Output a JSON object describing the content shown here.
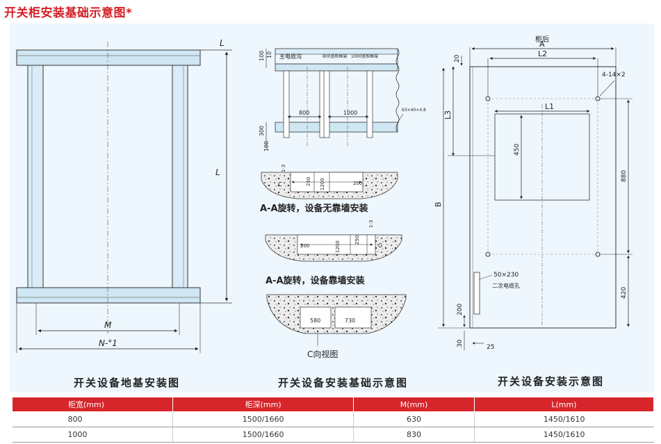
{
  "title": "开关柜安装基础示意图",
  "title_mark": "*",
  "diagrams": {
    "left": {
      "caption": "开关设备地基安装图",
      "labels": {
        "L_top": "L",
        "L_side": "L",
        "M": "M",
        "N": "N-°1"
      }
    },
    "middle": {
      "caption": "开关设备安装基础示意图",
      "top_labels": {
        "main_trench": "主电缆沟",
        "frame_800": "800宽柜框架",
        "frame_1000": "1000宽柜框架",
        "dim_100a": "100",
        "dim_10": "10",
        "dim_800": "800",
        "dim_1000": "1000",
        "dim_300": "300",
        "dim_100b": "100",
        "angle_steel": "63×40×4.8"
      },
      "section1": {
        "caption": "A-A旋转，设备无靠墙安装",
        "d13": "1-3",
        "d250": "250",
        "d1200": "1200",
        "d200": "200",
        "c": "C"
      },
      "section2": {
        "caption": "A-A旋转，设备靠墙安装",
        "d13": "1-3",
        "d250": "250",
        "d1200": "1200",
        "d200": "200",
        "c": "C"
      },
      "section3": {
        "caption": "C向视图",
        "d580": "580",
        "d730": "730"
      }
    },
    "right": {
      "caption": "开关设备安装示意图",
      "labels": {
        "back": "柜后",
        "A": "A",
        "L2": "L2",
        "d20": "20",
        "holes": "4-14×2",
        "L3": "L3",
        "L1": "L1",
        "d450": "450",
        "d880": "880",
        "B": "B",
        "hole_size": "50×230",
        "hole_name": "二次电缆孔",
        "d420": "420",
        "d200": "200",
        "d30": "30",
        "d25": "25"
      }
    }
  },
  "table": {
    "headers": [
      "柜宽(mm)",
      "柜深(mm)",
      "M(mm)",
      "L(mm)"
    ],
    "rows": [
      [
        "800",
        "1500/1660",
        "630",
        "1450/1610"
      ],
      [
        "1000",
        "1500/1660",
        "830",
        "1450/1610"
      ]
    ]
  },
  "colors": {
    "accent": "#d6262b",
    "panel": "#eef7fd",
    "rail": "#cfe6f3",
    "concrete": "#e9e9e9"
  }
}
